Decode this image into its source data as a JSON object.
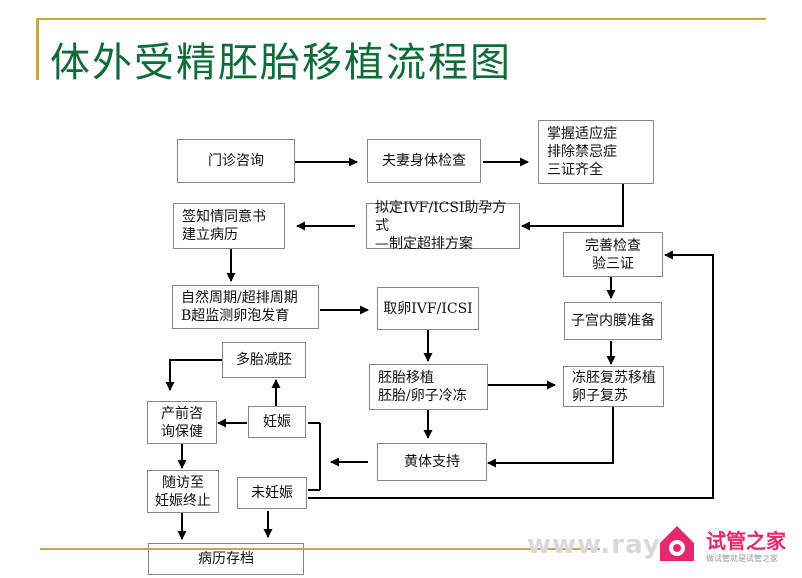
{
  "title": "体外受精胚胎移植流程图",
  "nodes": {
    "consult": "门诊咨询",
    "couple_check": "夫妻身体检查",
    "indications": "掌握适应症\n排除禁忌症\n三证齐全",
    "consent": "签知情同意书\n建立病历",
    "plan": "拟定IVF/ICSI助孕方式\n—制定超排方案",
    "complete_check": "完善检查\n验三证",
    "cycle": "自然周期/超排周期\nB超监测卵泡发育",
    "retrieval": "取卵IVF/ICSI",
    "endometrium": "子宫内膜准备",
    "multi_reduction": "多胎减胚",
    "transfer": "胚胎移植\n胚胎/卵子冷冻",
    "thaw": "冻胚复苏移植\n卵子复苏",
    "prenatal": "产前咨\n询保健",
    "pregnant": "妊娠",
    "luteal": "黄体支持",
    "followup": "随访至\n妊娠终止",
    "not_pregnant": "未妊娠",
    "archive": "病历存档"
  },
  "watermark": {
    "url": "www.ray",
    "brand": "试管之家",
    "sub": "做试管就是试管之家"
  },
  "colors": {
    "title": "#0f6b3a",
    "accent": "#c8a94a",
    "brand": "#e6286e"
  }
}
